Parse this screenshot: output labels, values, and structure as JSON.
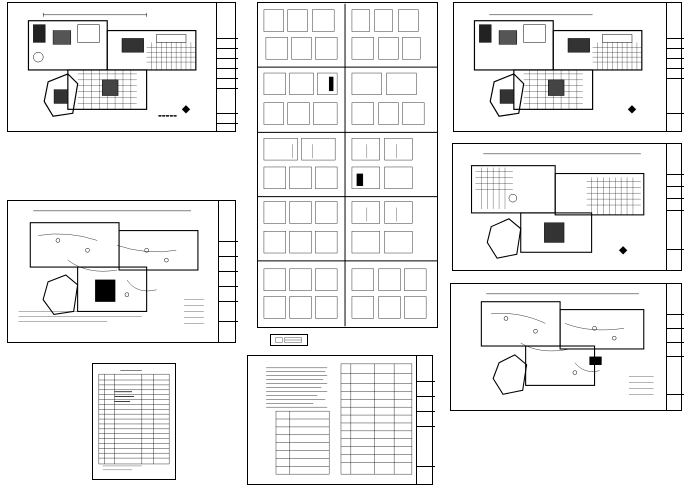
{
  "drawing_set": {
    "sheets": [
      {
        "id": "furniture-plan-1"
      },
      {
        "id": "electrical-plan-1"
      },
      {
        "id": "material-schedule"
      },
      {
        "id": "elevation-sheets"
      },
      {
        "id": "legend-and-notes"
      },
      {
        "id": "furniture-plan-2"
      },
      {
        "id": "floor-finish-plan"
      },
      {
        "id": "electrical-plan-2"
      }
    ]
  }
}
